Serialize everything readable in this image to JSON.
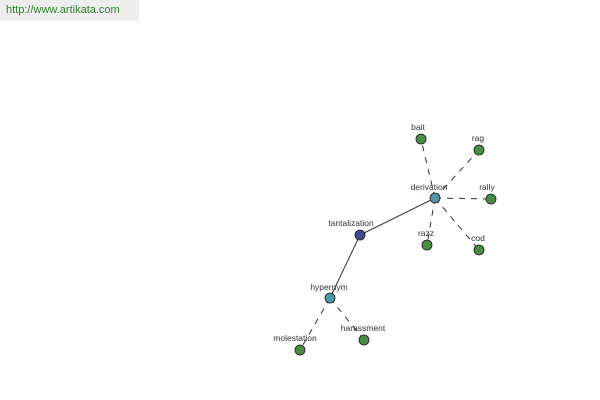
{
  "banner": {
    "url_text": "http://www.artikata.com"
  },
  "colors": {
    "banner_text": "#2e7d2e",
    "banner_background": "#eeeeee",
    "edge": "#333333",
    "label": "#333333",
    "node_stroke": "#1a1a1a",
    "root_node": "#3b4a8c",
    "relation_node": "#4f9aa5",
    "leaf_node": "#4a8c45"
  },
  "graph": {
    "root": "tantalization",
    "relations": [
      {
        "label": "derivation",
        "link_style": "solid",
        "children_link_style": "dashed",
        "children": [
          "bait",
          "rag",
          "rally",
          "razz",
          "cod"
        ]
      },
      {
        "label": "hypernym",
        "link_style": "solid",
        "children_link_style": "dashed",
        "children": [
          "molestation",
          "harassment"
        ]
      }
    ]
  }
}
